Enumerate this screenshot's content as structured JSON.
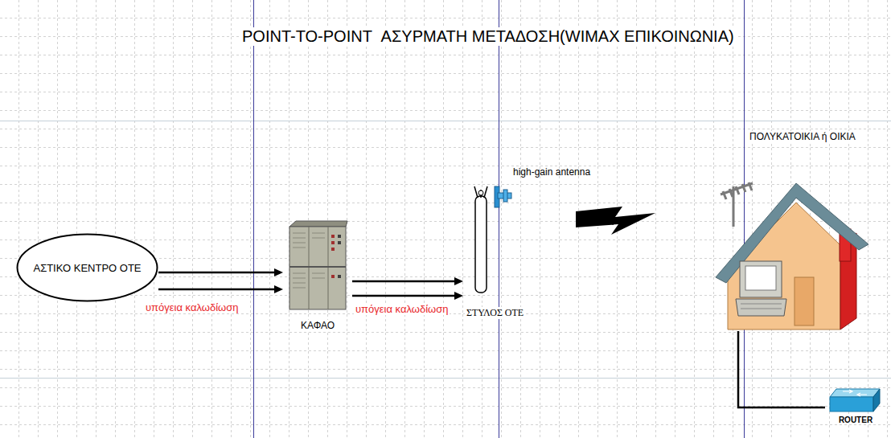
{
  "diagram": {
    "title": "POINT-TO-POINT  ΑΣΥΡΜΑΤΗ ΜΕΤΑΔΟΣΗ(WIMAX ΕΠΙΚΟΙΝΩΝΙΑ)",
    "nodes": [
      {
        "text": [
          "ΑΣΤΙΚΟ ΚΕΝΤΡΟ ΟΤΕ"
        ]
      },
      {
        "text": [
          "ΚΑΦΑΟ"
        ]
      },
      {
        "text": [
          "ΣΤΥΛΟΣ ΟΤΕ"
        ]
      },
      {
        "text": [
          "ΠΟΛΥΚΑΤΟΙΚΙΑ ή ΟΙΚΙΑ"
        ]
      },
      {
        "text": [
          "ROUTER"
        ]
      }
    ],
    "edges": [
      {
        "from": 0,
        "to": 1,
        "arrow": "to"
      },
      {
        "from": 0,
        "to": 1,
        "label": "υπόγεια καλωδίωση",
        "arrow": "to"
      },
      {
        "from": 1,
        "to": 2,
        "arrow": "to"
      },
      {
        "from": 1,
        "to": 2,
        "label": "υπόγεια καλωδίωση",
        "arrow": "to"
      },
      {
        "from": 3,
        "to": 4,
        "arrow": "none"
      }
    ],
    "labels": [
      "high-gain antenna"
    ]
  }
}
